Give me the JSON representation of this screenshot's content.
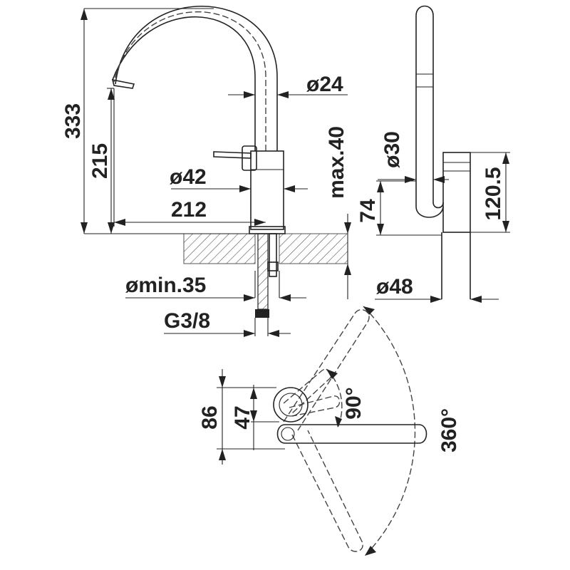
{
  "labels": {
    "height_total": "333",
    "height_spout": "215",
    "dia_spout": "ø24",
    "dia_body": "ø42",
    "reach": "212",
    "max_thickness": "max.40",
    "hole_min": "ømin.35",
    "thread": "G3/8",
    "dia_handle": "ø30",
    "handle_height": "74",
    "body_height": "120.5",
    "dia_base": "ø48",
    "top_depth": "86",
    "top_body": "47",
    "lever_angle": "90°",
    "swivel_angle": "360°"
  }
}
